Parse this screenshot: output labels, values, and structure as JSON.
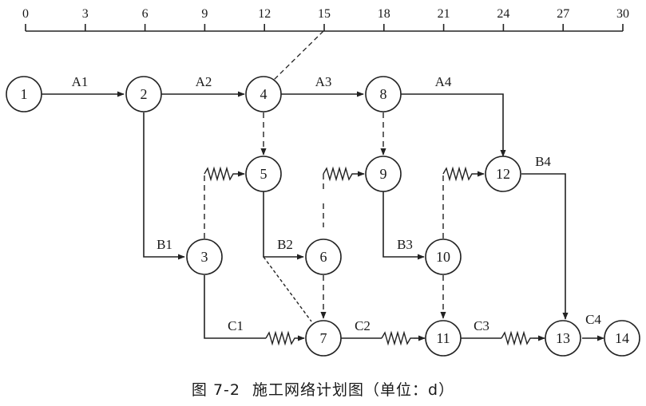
{
  "time_scale": {
    "ticks": [
      "0",
      "3",
      "6",
      "9",
      "12",
      "15",
      "18",
      "21",
      "24",
      "27",
      "30"
    ]
  },
  "nodes": [
    "1",
    "2",
    "3",
    "4",
    "5",
    "6",
    "7",
    "8",
    "9",
    "10",
    "11",
    "12",
    "13",
    "14"
  ],
  "activities": {
    "A1": "A1",
    "A2": "A2",
    "A3": "A3",
    "A4": "A4",
    "B1": "B1",
    "B2": "B2",
    "B3": "B3",
    "B4": "B4",
    "C1": "C1",
    "C2": "C2",
    "C3": "C3",
    "C4": "C4"
  },
  "caption": {
    "number": "图 7-2",
    "title": "施工网络计划图（单位：d）"
  }
}
